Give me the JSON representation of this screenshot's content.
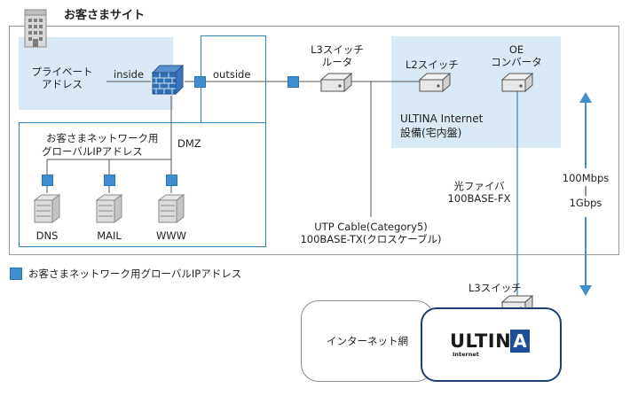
{
  "site": {
    "title": "お客さまサイト"
  },
  "private": {
    "label_line1": "プライベート",
    "label_line2": "アドレス"
  },
  "links": {
    "inside": "inside",
    "outside": "outside",
    "dmz": "DMZ"
  },
  "dmz": {
    "group_label_line1": "お客さまネットワーク用",
    "group_label_line2": "グローバルIPアドレス",
    "servers": [
      "DNS",
      "MAIL",
      "WWW"
    ]
  },
  "l3_router": {
    "label_line1": "L3スイッチ",
    "label_line2": "ルータ"
  },
  "l2_switch": {
    "label": "L2スイッチ"
  },
  "oe": {
    "label_line1": "OE",
    "label_line2": "コンバータ"
  },
  "equipment": {
    "label_line1": "ULTINA Internet",
    "label_line2": "設備(宅内盤)"
  },
  "utp": {
    "label_line1": "UTP Cable(Category5)",
    "label_line2": "100BASE-TX(クロスケーブル)"
  },
  "fiber": {
    "label_line1": "光ファイバ",
    "label_line2": "100BASE-FX"
  },
  "speed": {
    "line1": "100Mbps",
    "line2": "|",
    "line3": "1Gbps"
  },
  "l3_switch": {
    "label": "L3スイッチ"
  },
  "internet": {
    "label": "インターネット網"
  },
  "ultina_logo": {
    "text": "ULTIN",
    "a": "A",
    "sub": "Internet"
  },
  "legend": {
    "label": "お客さまネットワーク用グローバルIPアドレス"
  },
  "colors": {
    "accent": "#3f8fd0",
    "border_blue": "#2f86b8",
    "panel": "#d9e9f5",
    "ultina_navy": "#1c3f74",
    "logo_blue": "#1d4e9a",
    "firewall_brick": "#2f6fb5"
  }
}
